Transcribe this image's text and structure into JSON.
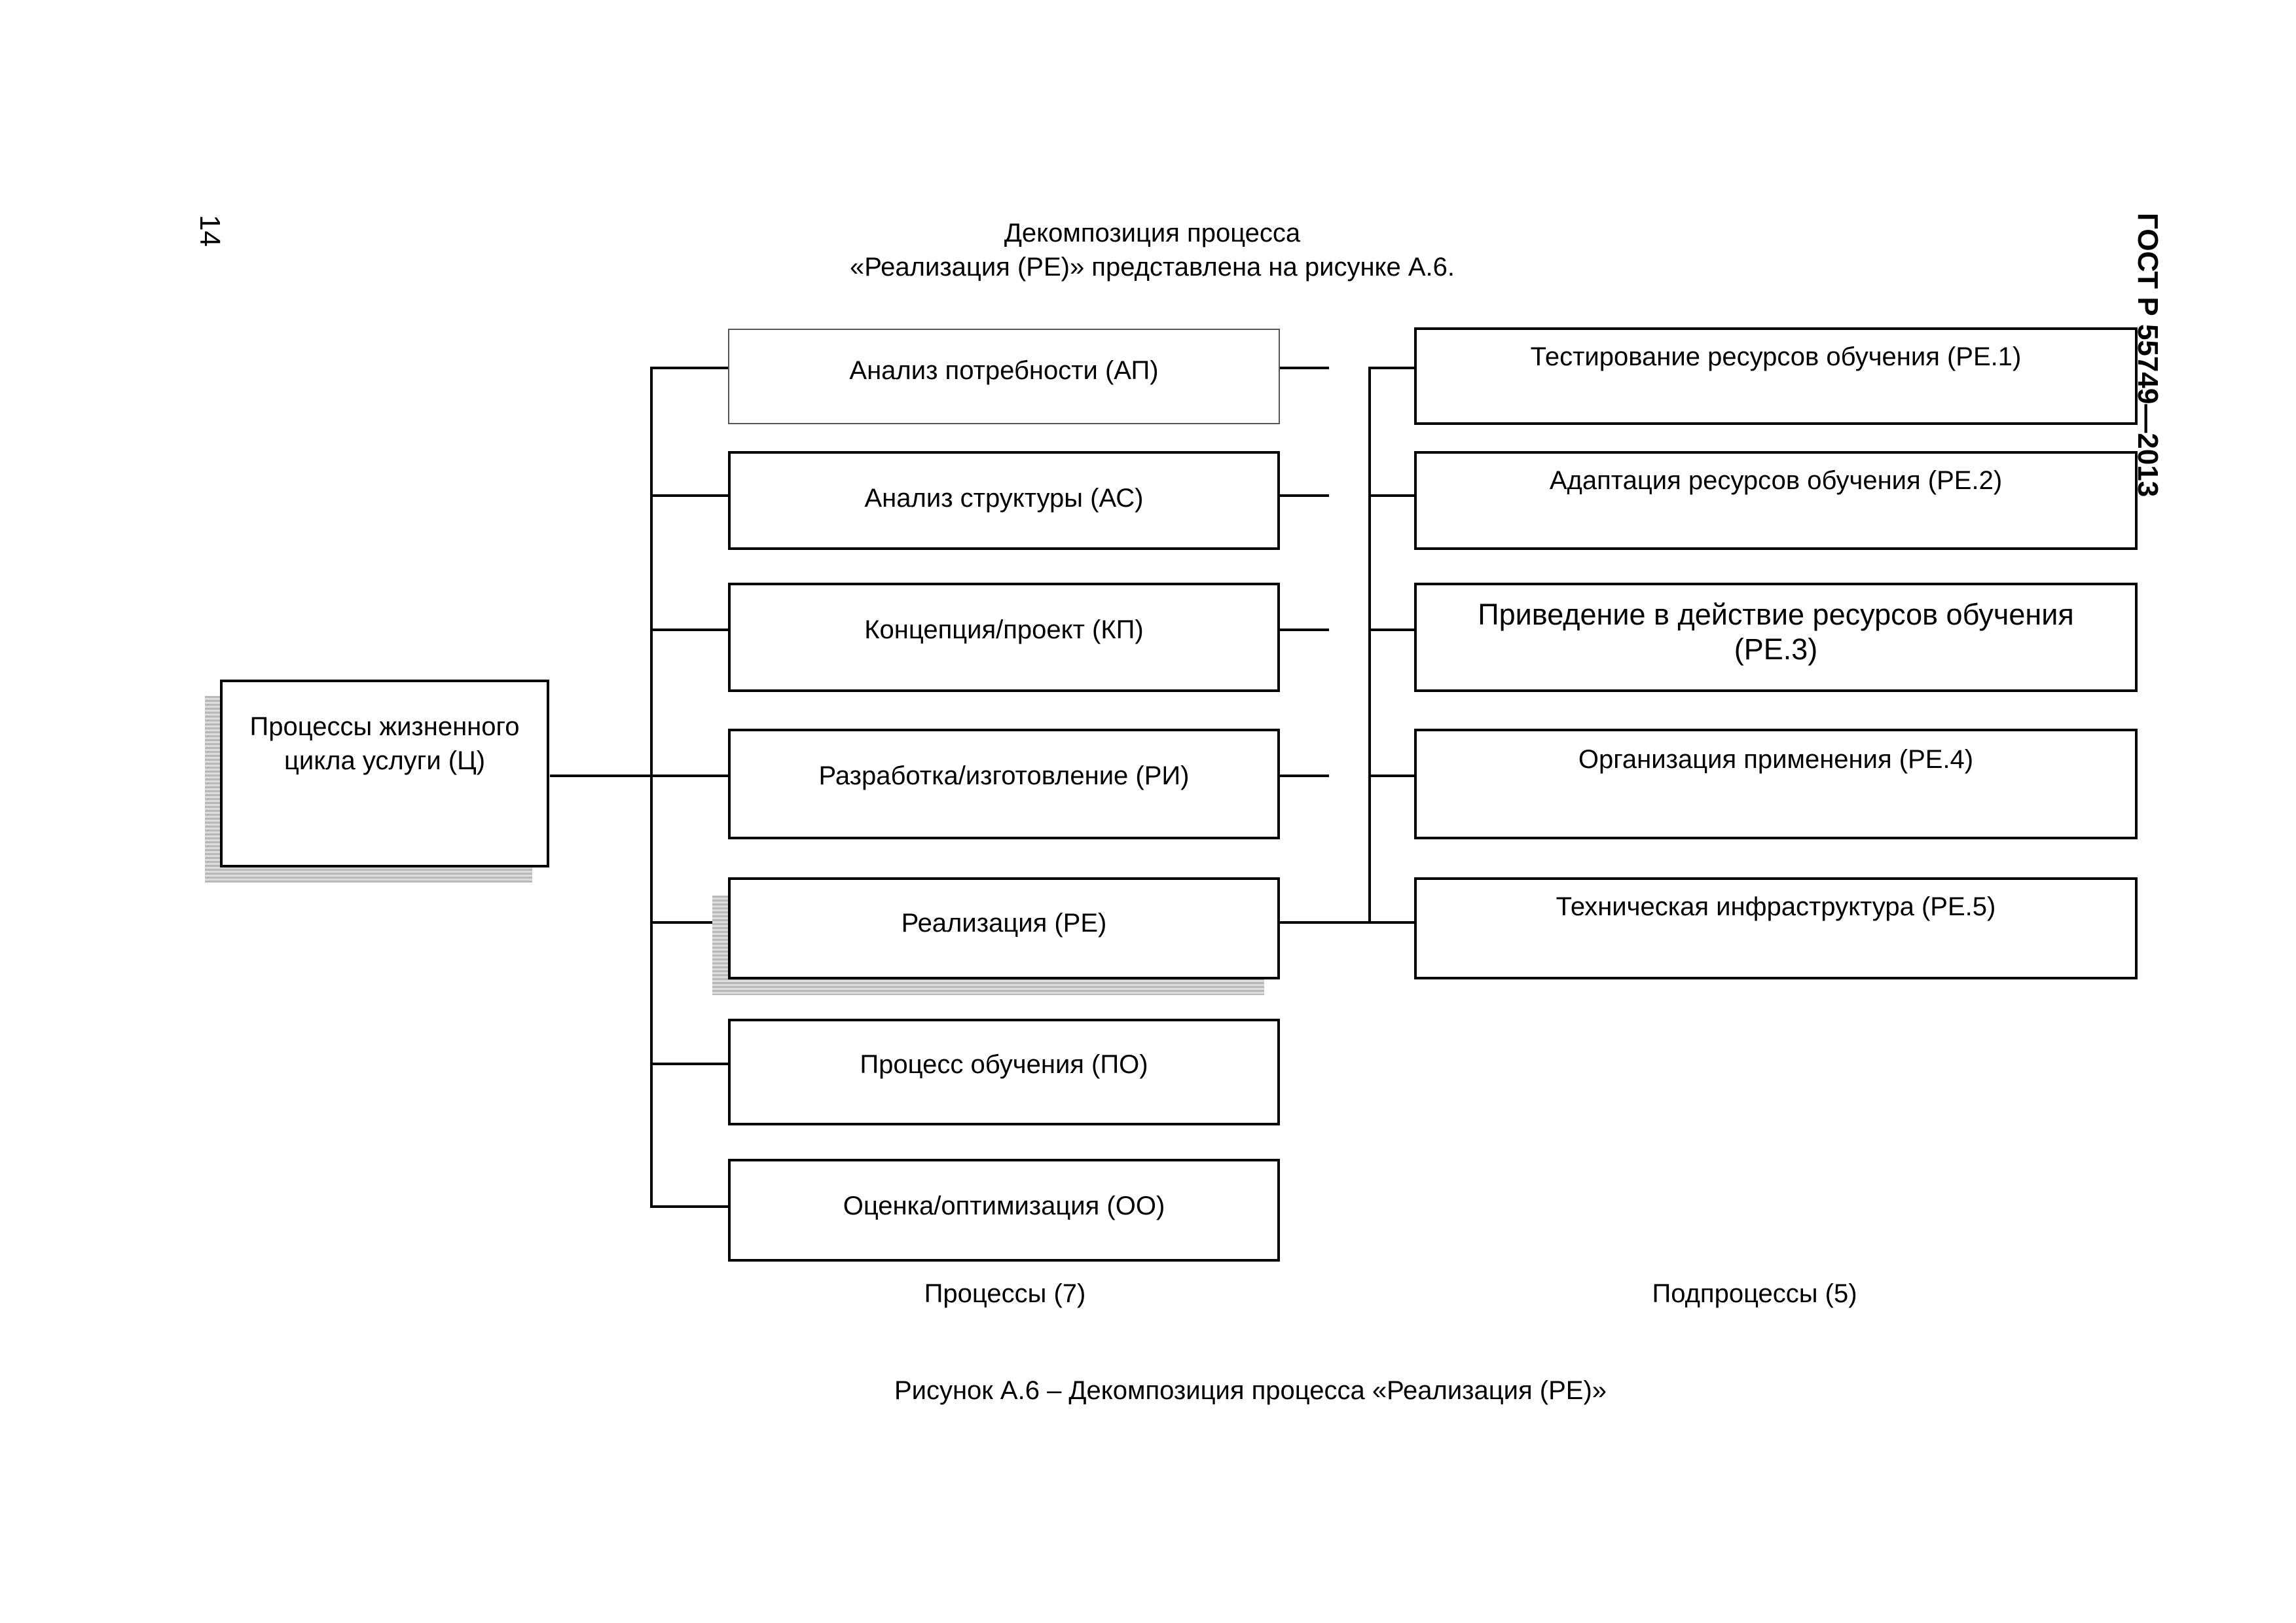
{
  "page_number": "14",
  "standard_code": "ГОСТ Р 55749—2013",
  "intro_text": {
    "line1": "Декомпозиция процесса",
    "line2": "«Реализация (РЕ)» представлена на рисунке А.6."
  },
  "root": {
    "line1": "Процессы жизненного",
    "line2": "цикла услуги (Ц)"
  },
  "processes": [
    "Анализ потребности (АП)",
    "Анализ структуры (АС)",
    "Концепция/проект (КП)",
    "Разработка/изготовление (РИ)",
    "Реализация (РЕ)",
    "Процесс обучения (ПО)",
    "Оценка/оптимизация (ОО)"
  ],
  "subprocesses": [
    {
      "line1": "Тестирование ресурсов обучения (РЕ.1)",
      "line2": ""
    },
    {
      "line1": "Адаптация ресурсов обучения (РЕ.2)",
      "line2": ""
    },
    {
      "line1": "Приведение в действие ресурсов обучения",
      "line2": "(РЕ.3)"
    },
    {
      "line1": "Организация применения (РЕ.4)",
      "line2": ""
    },
    {
      "line1": "Техническая инфраструктура (РЕ.5)",
      "line2": ""
    }
  ],
  "column_labels": {
    "processes": "Процессы (7)",
    "subprocesses": "Подпроцессы (5)"
  },
  "caption": "Рисунок А.6 – Декомпозиция процесса «Реализация (РЕ)»"
}
